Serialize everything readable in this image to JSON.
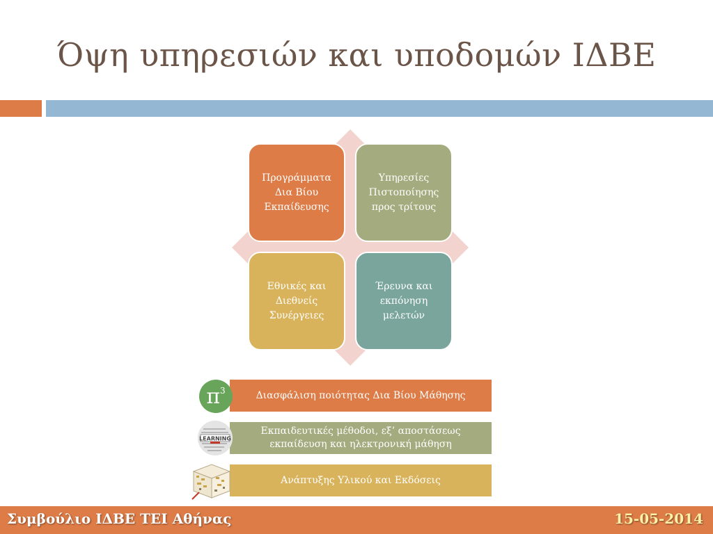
{
  "slide": {
    "title": "Όψη υπηρεσιών και υποδομών ΙΔΒΕ"
  },
  "matrix": {
    "tiles": [
      {
        "label": "Προγράμματα Δια Βίου Εκπαίδευσης",
        "color": "#dd7c47"
      },
      {
        "label": "Υπηρεσίες Πιστοποίησης προς τρίτους",
        "color": "#a4ab7e"
      },
      {
        "label": "Εθνικές και Διεθνείς Συνέργειες",
        "color": "#d8b35c"
      },
      {
        "label": "Έρευνα και εκπόνηση μελετών",
        "color": "#79a59c"
      }
    ]
  },
  "bands": [
    {
      "label": "Διασφάλιση ποιότητας Δια Βίου Μάθησης",
      "icon": "pi-icon"
    },
    {
      "label": "Εκπαιδευτικές μέθοδοι, εξ’ αποστάσεως εκπαίδευση και ηλεκτρονική μάθηση",
      "icon": "learning-icon",
      "icon_text": "LEARNING"
    },
    {
      "label": "Ανάπτυξης Υλικού και Εκδόσεις",
      "icon": "book-icon"
    }
  ],
  "footer": {
    "left": "Συμβούλιο ΙΔΒΕ ΤΕΙ Αθήνας",
    "right": "15-05-2014"
  },
  "colors": {
    "accent_orange": "#dd7c47",
    "accent_blue": "#94b7d4",
    "title": "#6b5448",
    "date": "#fff1a6"
  }
}
